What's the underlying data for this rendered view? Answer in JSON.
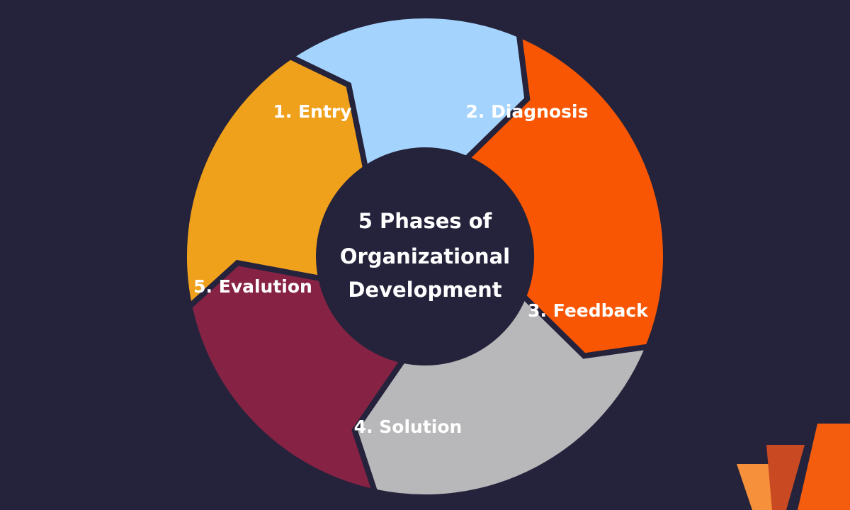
{
  "diagram": {
    "center_title_lines": [
      "5 Phases of",
      "Organizational",
      "Development"
    ],
    "phases": [
      {
        "label": "1. Entry",
        "color": "#a4d4fe"
      },
      {
        "label": "2. Diagnosis",
        "color": "#f85602"
      },
      {
        "label": "3. Feedback",
        "color": "#b8b7b9"
      },
      {
        "label": "4. Solution",
        "color": "#862244"
      },
      {
        "label": "5. Evalution",
        "color": "#f0a11c"
      }
    ],
    "colors": {
      "background": "#25233b",
      "center": "#25233b",
      "separator": "#25233b"
    }
  },
  "logo": {
    "name": "w-logo-icon",
    "colors": [
      "#f7903a",
      "#f45c0e",
      "#c94a22"
    ]
  }
}
